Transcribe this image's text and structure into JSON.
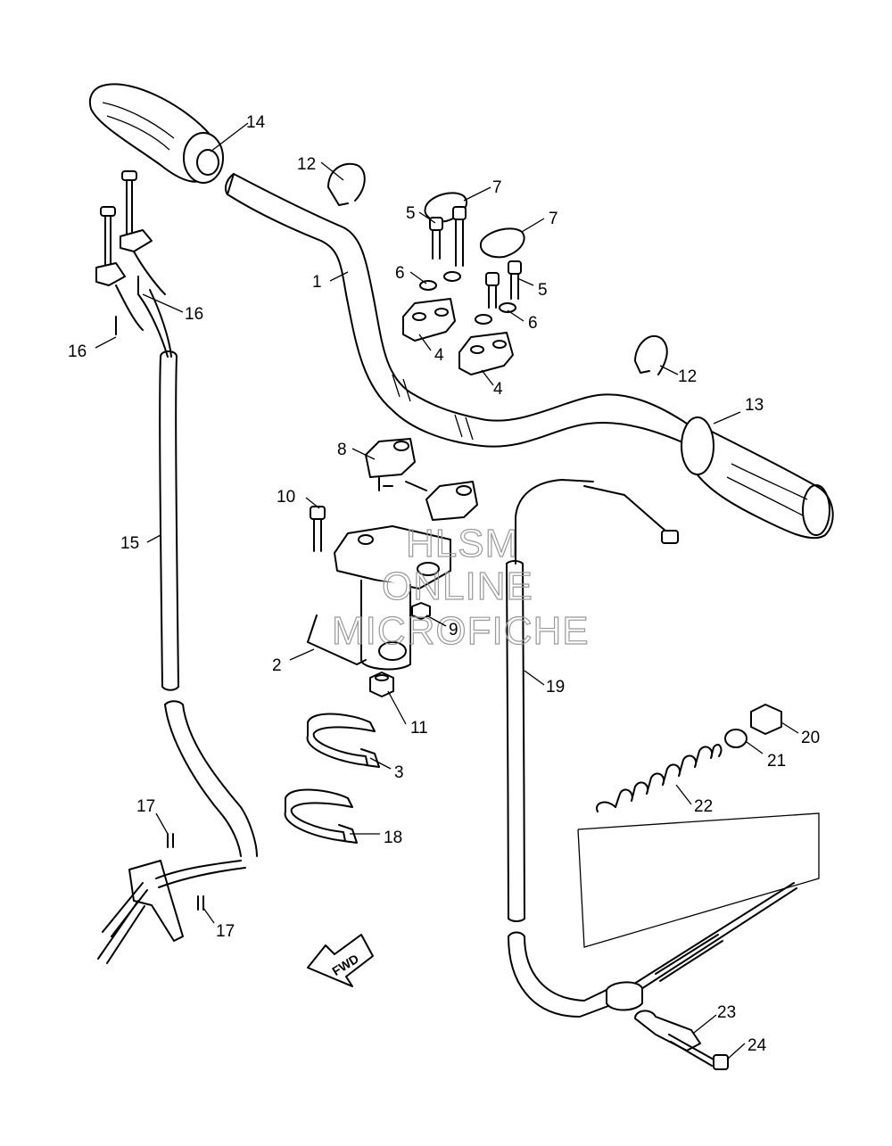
{
  "diagram": {
    "callouts": [
      {
        "id": "c1",
        "label": "1"
      },
      {
        "id": "c2",
        "label": "2"
      },
      {
        "id": "c3",
        "label": "3"
      },
      {
        "id": "c4a",
        "label": "4"
      },
      {
        "id": "c4b",
        "label": "4"
      },
      {
        "id": "c5a",
        "label": "5"
      },
      {
        "id": "c5b",
        "label": "5"
      },
      {
        "id": "c6a",
        "label": "6"
      },
      {
        "id": "c6b",
        "label": "6"
      },
      {
        "id": "c7a",
        "label": "7"
      },
      {
        "id": "c7b",
        "label": "7"
      },
      {
        "id": "c8",
        "label": "8"
      },
      {
        "id": "c9",
        "label": "9"
      },
      {
        "id": "c10",
        "label": "10"
      },
      {
        "id": "c11",
        "label": "11"
      },
      {
        "id": "c12a",
        "label": "12"
      },
      {
        "id": "c12b",
        "label": "12"
      },
      {
        "id": "c13",
        "label": "13"
      },
      {
        "id": "c14",
        "label": "14"
      },
      {
        "id": "c15",
        "label": "15"
      },
      {
        "id": "c16a",
        "label": "16"
      },
      {
        "id": "c16b",
        "label": "16"
      },
      {
        "id": "c17a",
        "label": "17"
      },
      {
        "id": "c17b",
        "label": "17"
      },
      {
        "id": "c18",
        "label": "18"
      },
      {
        "id": "c19",
        "label": "19"
      },
      {
        "id": "c20",
        "label": "20"
      },
      {
        "id": "c21",
        "label": "21"
      },
      {
        "id": "c22",
        "label": "22"
      },
      {
        "id": "c23",
        "label": "23"
      },
      {
        "id": "c24",
        "label": "24"
      }
    ],
    "fwd_label": "FWD"
  },
  "watermark": {
    "line1": "HLSM",
    "line2": "ONLINE",
    "line3": "MICROFICHE",
    "color": "#999999"
  }
}
